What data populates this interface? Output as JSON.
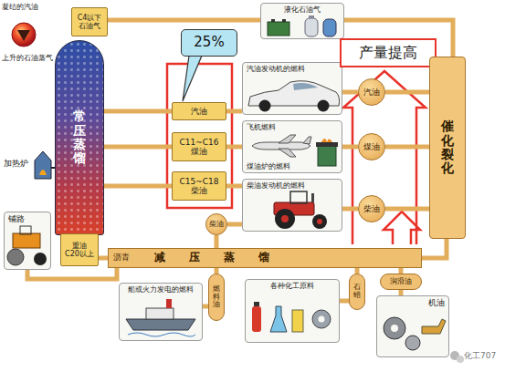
{
  "diagram": {
    "nodes": [
      {
        "text": [
          "C4以下 石油气"
        ]
      },
      {
        "text": [
          "常压蒸馏"
        ]
      },
      {
        "text": [
          "汽油"
        ]
      },
      {
        "text": [
          "C11~C16 煤油"
        ]
      },
      {
        "text": [
          "C15~C18 柴油"
        ]
      },
      {
        "text": [
          "重油 C20以上"
        ]
      },
      {
        "text": [
          "25%"
        ]
      },
      {
        "text": [
          "液化石油气"
        ]
      },
      {
        "text": [
          "汽油发动机的燃料"
        ]
      },
      {
        "text": [
          "飞机燃料",
          "煤油炉的燃料"
        ]
      },
      {
        "text": [
          "柴油发动机的燃料"
        ]
      },
      {
        "text": [
          "产量提高"
        ]
      },
      {
        "text": [
          "汽油"
        ]
      },
      {
        "text": [
          "煤油"
        ]
      },
      {
        "text": [
          "柴油"
        ]
      },
      {
        "text": [
          "催化裂化"
        ]
      },
      {
        "text": [
          "铺路"
        ]
      },
      {
        "text": [
          "减压蒸馏"
        ]
      },
      {
        "text": [
          "柴油"
        ]
      },
      {
        "text": [
          "润滑油"
        ]
      },
      {
        "text": [
          "机油"
        ]
      },
      {
        "text": [
          "船或火力发电的燃料"
        ]
      },
      {
        "text": [
          "燃料油"
        ]
      },
      {
        "text": [
          "各种化工原料"
        ]
      },
      {
        "text": [
          "石蜡"
        ]
      }
    ],
    "edges": [
      {
        "from": 0,
        "to": 7,
        "arrow": "none"
      },
      {
        "from": 1,
        "to": 2,
        "arrow": "none"
      },
      {
        "from": 1,
        "to": 3,
        "arrow": "none"
      },
      {
        "from": 1,
        "to": 4,
        "arrow": "none"
      },
      {
        "from": 2,
        "to": 8,
        "arrow": "none"
      },
      {
        "from": 3,
        "to": 9,
        "arrow": "none"
      },
      {
        "from": 4,
        "to": 10,
        "arrow": "none"
      },
      {
        "from": 5,
        "to": 17,
        "arrow": "none"
      },
      {
        "from": 17,
        "to": 16,
        "arrow": "none"
      },
      {
        "from": 17,
        "to": 18,
        "arrow": "none"
      },
      {
        "from": 18,
        "to": 10,
        "arrow": "none"
      },
      {
        "from": 17,
        "to": 22,
        "arrow": "none"
      },
      {
        "from": 22,
        "to": 21,
        "arrow": "none"
      },
      {
        "from": 17,
        "to": 24,
        "arrow": "none"
      },
      {
        "from": 24,
        "to": 23,
        "arrow": "none"
      },
      {
        "from": 17,
        "to": 19,
        "arrow": "none"
      },
      {
        "from": 19,
        "to": 20,
        "arrow": "none"
      },
      {
        "from": 17,
        "to": 15,
        "arrow": "none"
      },
      {
        "from": 15,
        "to": 12,
        "arrow": "none"
      },
      {
        "from": 12,
        "to": 8,
        "arrow": "none"
      },
      {
        "from": 15,
        "to": 13,
        "arrow": "none"
      },
      {
        "from": 13,
        "to": 9,
        "arrow": "none"
      },
      {
        "from": 15,
        "to": 14,
        "arrow": "none"
      },
      {
        "from": 14,
        "to": 10,
        "arrow": "none"
      },
      {
        "from": 15,
        "to": 7,
        "arrow": "none"
      }
    ],
    "labels": [
      "凝结的汽油",
      "上升的石油蒸气",
      "加热炉",
      "沥青",
      "化工707"
    ]
  }
}
